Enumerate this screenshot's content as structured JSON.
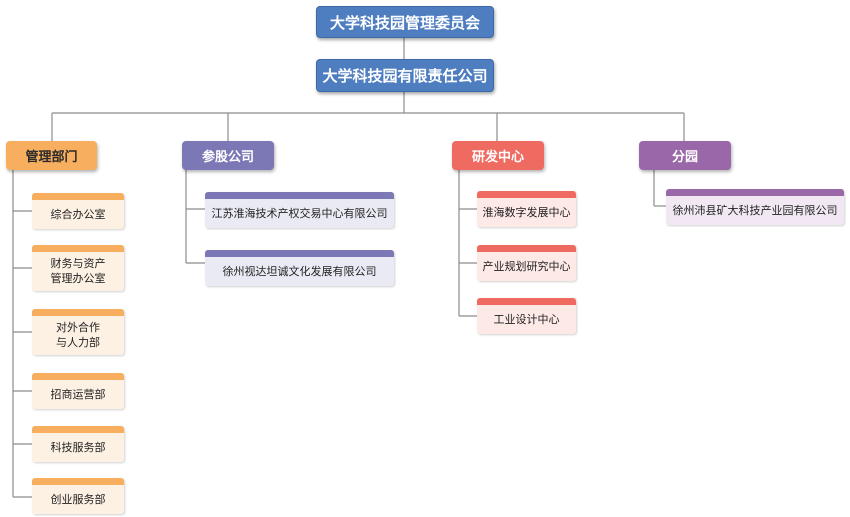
{
  "top": {
    "committee": "大学科技园管理委员会",
    "company": "大学科技园有限责任公司"
  },
  "departments": [
    {
      "name": "管理部门",
      "children": [
        "综合办公室",
        "财务与资产\n管理办公室",
        "对外合作\n与人力部",
        "招商运营部",
        "科技服务部",
        "创业服务部"
      ]
    },
    {
      "name": "参股公司",
      "children": [
        "江苏淮海技术产权交易中心有限公司",
        "徐州视达坦诚文化发展有限公司"
      ]
    },
    {
      "name": "研发中心",
      "children": [
        "淮海数字发展中心",
        "产业规划研究中心",
        "工业设计中心"
      ]
    },
    {
      "name": "分园",
      "children": [
        "徐州沛县矿大科技产业园有限公司"
      ]
    }
  ],
  "colors": {
    "top": "#4f7ec0",
    "orange": "#f7ae5f",
    "purple": "#7b78b5",
    "red": "#ef6b62",
    "violet": "#9a67a8",
    "line": "#8c8c8c"
  }
}
